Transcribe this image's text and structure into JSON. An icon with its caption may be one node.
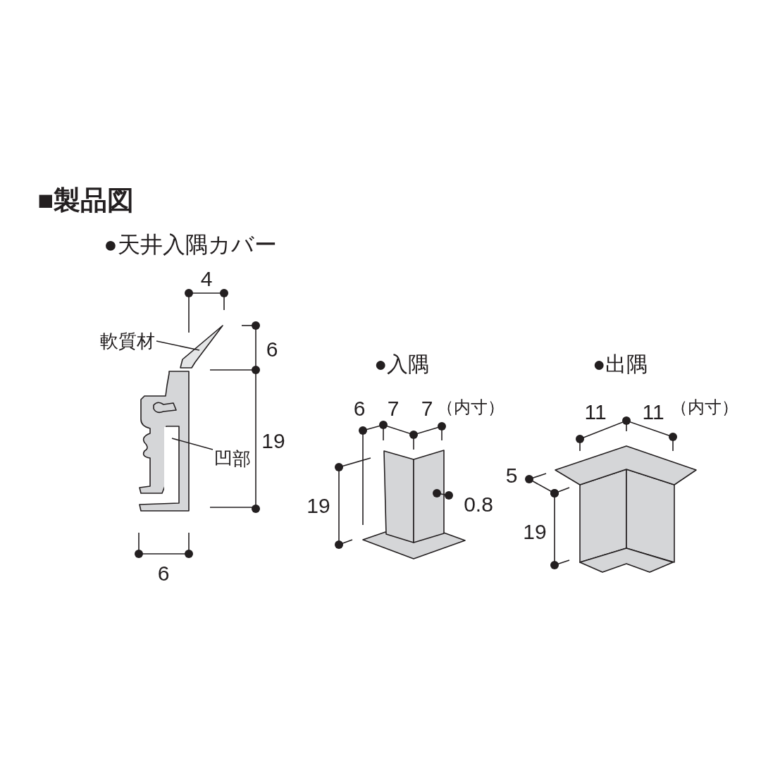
{
  "diagram": {
    "title": "■製品図",
    "nodes": [
      {
        "text": [
          "軟質材"
        ]
      },
      {
        "text": [],
        "shape": "picture"
      },
      {
        "text": [
          "凹部"
        ]
      },
      {
        "text": [],
        "shape": "box"
      }
    ],
    "edges": [
      {
        "from": 0,
        "to": 1,
        "arrow": "none"
      },
      {
        "from": 2,
        "to": 3,
        "arrow": "none"
      }
    ],
    "labels": [
      "●天井入隅カバー",
      "4",
      "6",
      "19",
      "6",
      "●入隅",
      "6",
      "7",
      "7",
      "（内寸）",
      "19",
      "0.8",
      "●出隅",
      "11",
      "11",
      "（内寸）",
      "5",
      "19"
    ]
  }
}
